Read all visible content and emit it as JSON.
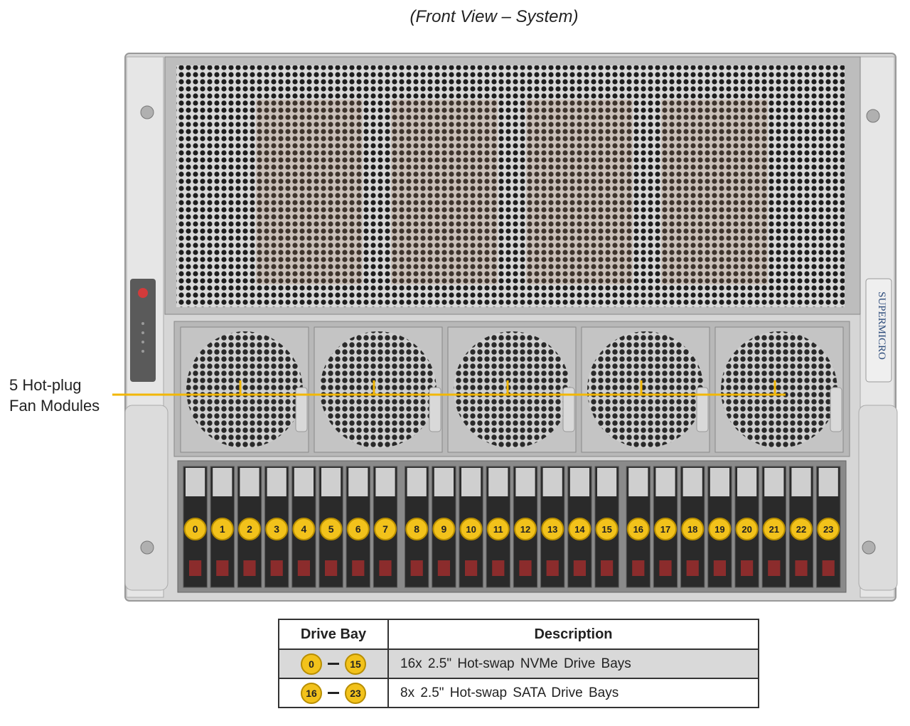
{
  "caption": "(Front View – System)",
  "callout": {
    "line1": "5 Hot-plug",
    "line2": "Fan Modules"
  },
  "brand": "SUPERMICRO",
  "fan_count": 5,
  "drive_bays": [
    "0",
    "1",
    "2",
    "3",
    "4",
    "5",
    "6",
    "7",
    "8",
    "9",
    "10",
    "11",
    "12",
    "13",
    "14",
    "15",
    "16",
    "17",
    "18",
    "19",
    "20",
    "21",
    "22",
    "23"
  ],
  "legend": {
    "header_bay": "Drive Bay",
    "header_desc": "Description",
    "rows": [
      {
        "from": "0",
        "to": "15",
        "desc": "16x 2.5\" Hot-swap NVMe Drive Bays"
      },
      {
        "from": "16",
        "to": "23",
        "desc": "8x 2.5\" Hot-swap SATA Drive Bays"
      }
    ]
  },
  "colors": {
    "badge": "#f2c21b",
    "callout_line": "#f2b705",
    "drive_latch": "#8b2c2c"
  }
}
